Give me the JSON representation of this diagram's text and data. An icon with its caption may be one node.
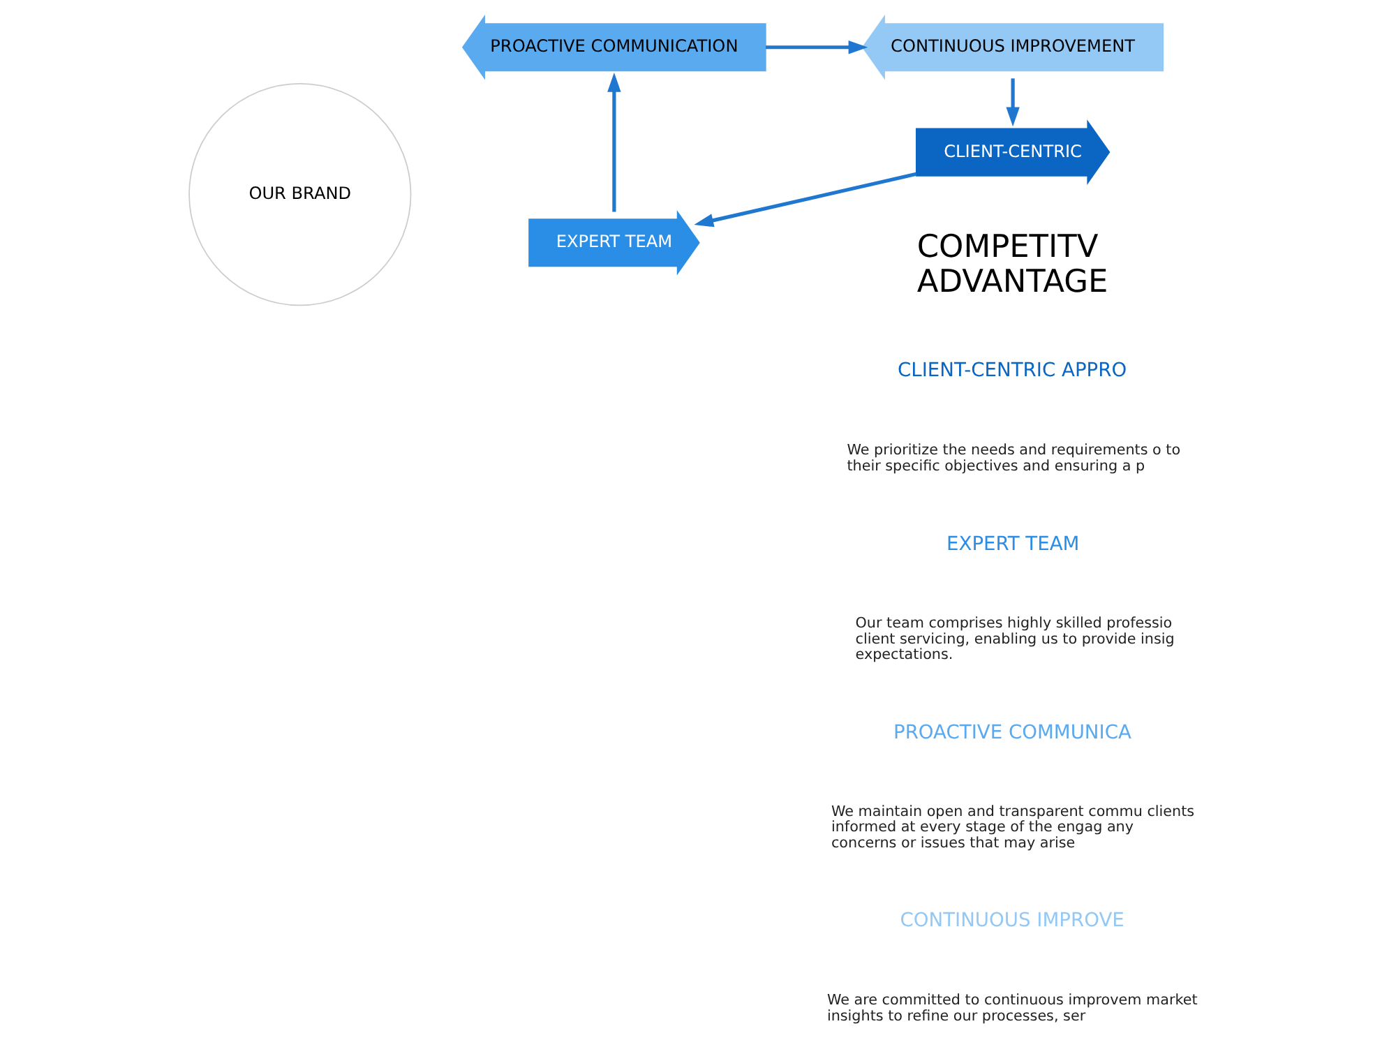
{
  "diagram": {
    "nodes": [
      {
        "text": [
          "OUR BRAND"
        ]
      },
      {
        "text": [
          "CLIENT-CENTRIC"
        ]
      },
      {
        "text": [
          "EXPERT TEAM"
        ]
      },
      {
        "text": [
          "PROACTIVE COMMUNICATION"
        ]
      },
      {
        "text": [
          "CONTINUOUS IMPROVEMENT"
        ]
      }
    ],
    "edges": [
      {
        "from": 1,
        "to": 2,
        "arrow": "to"
      },
      {
        "from": 2,
        "to": 3,
        "arrow": "to"
      },
      {
        "from": 3,
        "to": 4,
        "arrow": "to"
      },
      {
        "from": 4,
        "to": 1,
        "arrow": "to"
      }
    ],
    "labels": [
      "COMPETITV ADVANTAGE",
      "CLIENT-CENTRIC APPRO",
      "We prioritize the needs and requirements o to their specific objectives and ensuring a p",
      "EXPERT TEAM",
      "Our team comprises highly skilled professio client servicing, enabling us to provide insig expectations.",
      "PROACTIVE COMMUNICA",
      "We maintain open and transparent commu clients informed at every stage of the engag any concerns or issues that may arise",
      "CONTINUOUS IMPROVE",
      "We are committed to continuous improvem market insights to refine our processes, ser"
    ]
  }
}
